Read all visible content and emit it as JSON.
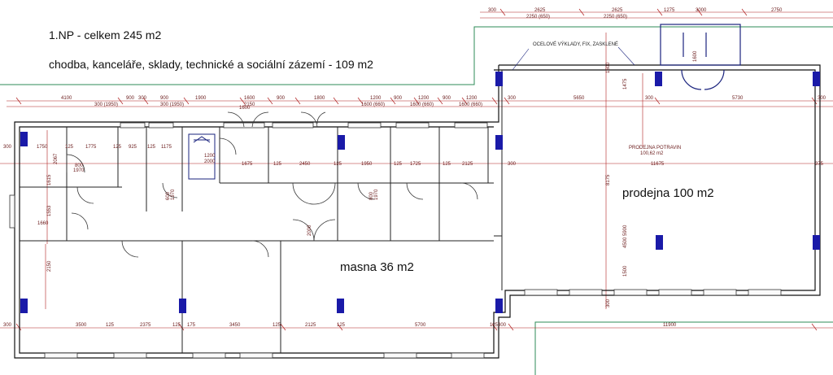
{
  "header": {
    "line1": "1.NP - celkem 245 m2",
    "line2": "chodba, kanceláře, sklady, technické a sociální zázemí - 109 m2"
  },
  "rooms": {
    "masna": "masna 36 m2",
    "prodejna": "prodejna 100 m2",
    "prodejna_small": "PRODEJNA POTRAVIN",
    "prodejna_area_small": "100,62 m2"
  },
  "annotations": {
    "window_note": "OCELOVÉ VÝKLADY, FIX, ZASKLENÉ"
  },
  "dims": {
    "top_row": [
      "4100",
      "900",
      "300",
      "900",
      "1900",
      "1600",
      "900",
      "1800",
      "1200",
      "900",
      "1200",
      "900",
      "1200",
      "300",
      "5650",
      "300",
      "5730",
      "300"
    ],
    "top_row2": [
      "300 (1950)",
      "300 (1950)",
      "2150",
      "1600 (660)",
      "1600 (660)",
      "1600 (660)"
    ],
    "upper_top": [
      "300",
      "2625",
      "2625",
      "1275",
      "3000",
      "2750"
    ],
    "upper_top2": [
      "2250 (650)",
      "2250 (650)"
    ],
    "mid_row": [
      "300",
      "1750",
      "125",
      "1775",
      "125",
      "925",
      "125",
      "1175",
      "1675",
      "125",
      "2450",
      "125",
      "1950",
      "125",
      "1725",
      "125",
      "2125",
      "300",
      "11675",
      "375"
    ],
    "bottom_row": [
      "300",
      "3500",
      "125",
      "2375",
      "125",
      "175",
      "3450",
      "125",
      "2125",
      "125",
      "5700",
      "125",
      "300"
    ],
    "bottom_right": "11900",
    "vertical": [
      "8175",
      "5900",
      "1500",
      "4500",
      "1475",
      "1600",
      "1500",
      "300"
    ],
    "door_labels": [
      "800",
      "1970",
      "600",
      "1970",
      "800",
      "1970",
      "1200",
      "2000",
      "1600",
      "2000"
    ],
    "left_vertical": [
      "2067",
      "1615",
      "1553",
      "1660",
      "2150"
    ]
  }
}
